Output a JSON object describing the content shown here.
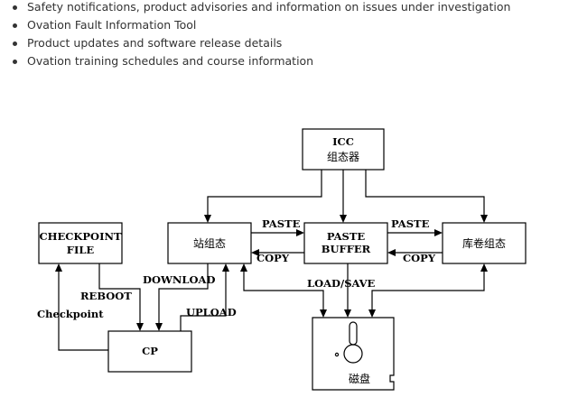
{
  "bullets": [
    "Safety notifications, product advisories and information on issues under investigation",
    "Ovation Fault Information Tool",
    "Product updates and software release details",
    "Ovation training schedules and course information"
  ],
  "diagram": {
    "icc": {
      "line1": "ICC",
      "line2": "组态器"
    },
    "station": "站组态",
    "paste_buffer": {
      "line1": "PASTE",
      "line2": "BUFFER"
    },
    "library": "库卷组态",
    "checkpoint_file": {
      "line1": "CHECKPOINT",
      "line2": "FILE"
    },
    "cp": "CP",
    "disk": "磁盘",
    "edges": {
      "paste_left": "PASTE",
      "copy_left": "COPY",
      "paste_right": "PASTE",
      "copy_right": "COPY",
      "download": "DOWNLOAD",
      "upload": "UPLOAD",
      "reboot": "REBOOT",
      "checkpoint": "Checkpoint",
      "load_save": "LOAD/SAVE"
    }
  }
}
